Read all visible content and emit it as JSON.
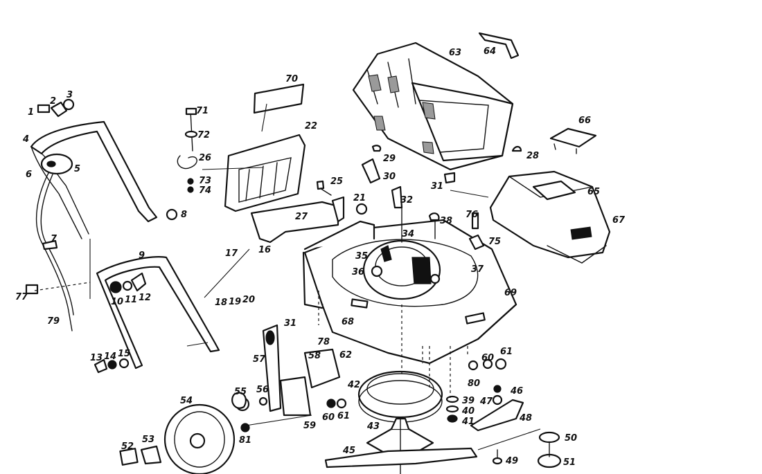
{
  "diagram": {
    "labels": [
      "1",
      "2",
      "3",
      "4",
      "5",
      "6",
      "7",
      "8",
      "9",
      "10",
      "11",
      "12",
      "13",
      "14",
      "15",
      "16",
      "17",
      "18",
      "19",
      "20",
      "21",
      "22",
      "25",
      "26",
      "27",
      "28",
      "29",
      "30",
      "31",
      "31",
      "32",
      "34",
      "35",
      "36",
      "37",
      "38",
      "39",
      "40",
      "41",
      "42",
      "43",
      "45",
      "46",
      "47",
      "48",
      "49",
      "50",
      "51",
      "52",
      "53",
      "54",
      "55",
      "56",
      "57",
      "58",
      "59",
      "60",
      "60",
      "61",
      "61",
      "62",
      "63",
      "64",
      "65",
      "66",
      "67",
      "68",
      "69",
      "70",
      "71",
      "72",
      "73",
      "74",
      "75",
      "76",
      "77",
      "78",
      "79",
      "80",
      "81"
    ]
  }
}
